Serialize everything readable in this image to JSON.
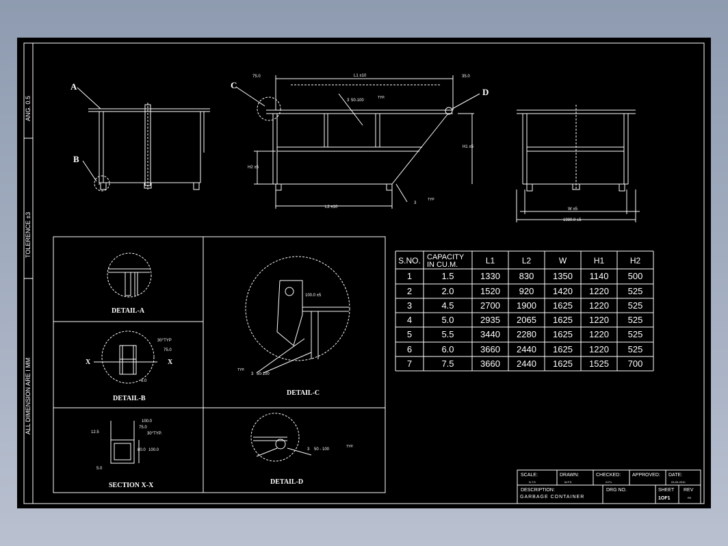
{
  "colors": {
    "background": "#8e9bb0",
    "sheet": "#000000",
    "lines": "#ffffff"
  },
  "side_notes": {
    "angle": "ANG. 0.5",
    "tolerance": "TOLERENCE ±3",
    "units": "ALL DIMENSION ARE I   MM"
  },
  "callouts": {
    "a": "A",
    "b": "B",
    "c": "C",
    "d": "D"
  },
  "dims": {
    "left_75": "75.0",
    "l1": "L1 ±10",
    "right_35": "35.0",
    "weld_top": "3",
    "weld_top_len": "50-100",
    "weld_top_typ": "TYP.",
    "h1": "H1 ±5",
    "h2": "H2 ±5",
    "l2": "L2 ±10",
    "weld_bottom": "3",
    "weld_bottom_typ": "TYP",
    "w": "W ±5",
    "overall_w": "1980.0 ±5"
  },
  "details": {
    "a_label": "DETAIL-A",
    "b_label": "DETAIL-B",
    "b_angle": "30°TYP",
    "b_dim75": "75.0",
    "b_dim6": "6.0",
    "b_x": "X",
    "c_label": "DETAIL-C",
    "c_dim": "100.0 ±5",
    "c_weld": "3",
    "c_weld_len": "50-100",
    "c_typ": "TYP.",
    "section_label": "SECTION  X-X",
    "sec_100": "100.0",
    "sec_75": "75.0",
    "sec_125": "12.5",
    "sec_30": "30°TYP.",
    "sec_800": "80.0",
    "sec_1000": "100.0",
    "sec_50": "5.0",
    "d_label": "DETAIL-D",
    "d_weld": "3",
    "d_weld_len": "50 - 100",
    "d_typ": "TYP."
  },
  "table": {
    "headers": [
      "S.NO.",
      "CAPACITY IN CU.M.",
      "L1",
      "L2",
      "W",
      "H1",
      "H2"
    ],
    "rows": [
      [
        "1",
        "1.5",
        "1330",
        "830",
        "1350",
        "1140",
        "500"
      ],
      [
        "2",
        "2.0",
        "1520",
        "920",
        "1420",
        "1220",
        "525"
      ],
      [
        "3",
        "4.5",
        "2700",
        "1900",
        "1625",
        "1220",
        "525"
      ],
      [
        "4",
        "5.0",
        "2935",
        "2065",
        "1625",
        "1220",
        "525"
      ],
      [
        "5",
        "5.5",
        "3440",
        "2280",
        "1625",
        "1220",
        "525"
      ],
      [
        "6",
        "6.0",
        "3660",
        "2440",
        "1625",
        "1220",
        "525"
      ],
      [
        "7",
        "7.5",
        "3660",
        "2440",
        "1625",
        "1525",
        "700"
      ]
    ]
  },
  "title_block": {
    "scale_label": "SCALE:",
    "scale_value": "N.T.S",
    "drawn_label": "DRAWN:",
    "drawn_value": "M.P.S",
    "checked_label": "CHECKED:",
    "checked_value": "G.P.L",
    "approved_label": "APPROVED:",
    "date_label": "DATE:",
    "date_value": "03-03-2010",
    "description_label": "DESCRIPTION:",
    "description_value": "GARBAGE CONTAINER",
    "drg_label": "DRG NO.",
    "sheet_label": "SHEET",
    "sheet_value": "1OF1",
    "rev_label": "REV",
    "rev_value": "R0"
  }
}
